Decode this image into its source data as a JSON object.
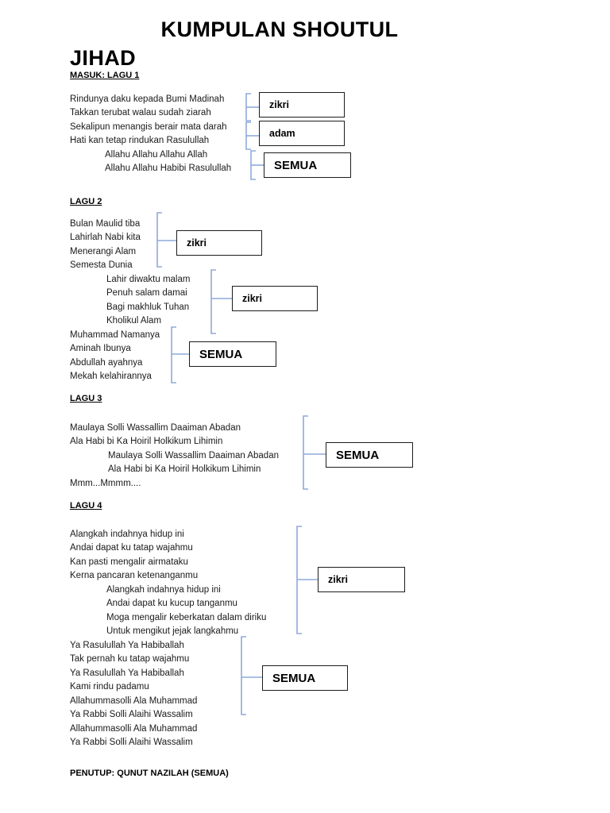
{
  "document": {
    "title_line1": "KUMPULAN SHOUTUL",
    "title_line2": "JIHAD",
    "footer": "PENUTUP: QUNUT NAZILAH (SEMUA)",
    "bracket_color": "#8FAADC",
    "box_border_color": "#1C1C1C",
    "text_color": "#1A1A1A"
  },
  "sections": [
    {
      "heading": "MASUK: LAGU 1",
      "lines": [
        {
          "text": "Rindunya daku kepada Bumi Madinah",
          "indent": false
        },
        {
          "text": "Takkan terubat walau sudah ziarah",
          "indent": false
        },
        {
          "text": "Sekalipun menangis berair mata darah",
          "indent": false
        },
        {
          "text": "Hati kan tetap rindukan Rasulullah",
          "indent": false
        },
        {
          "text": "Allahu Allahu Allahu Allah",
          "indent": true
        },
        {
          "text": "Allahu Allahu Habibi Rasulullah",
          "indent": true
        }
      ],
      "roles": [
        {
          "label": "zikri",
          "size": "small"
        },
        {
          "label": "adam",
          "size": "small"
        },
        {
          "label": "SEMUA",
          "size": "big"
        }
      ]
    },
    {
      "heading": "LAGU 2",
      "lines": [
        {
          "text": "Bulan Maulid tiba",
          "indent": false
        },
        {
          "text": "Lahirlah Nabi kita",
          "indent": false
        },
        {
          "text": "Menerangi Alam",
          "indent": false
        },
        {
          "text": "Semesta Dunia",
          "indent": false
        },
        {
          "text": "Lahir diwaktu malam",
          "indent": true
        },
        {
          "text": "Penuh salam damai",
          "indent": true
        },
        {
          "text": "Bagi makhluk Tuhan",
          "indent": true
        },
        {
          "text": "Kholikul Alam",
          "indent": true
        },
        {
          "text": "Muhammad Namanya",
          "indent": false
        },
        {
          "text": "Aminah Ibunya",
          "indent": false
        },
        {
          "text": "Abdullah ayahnya",
          "indent": false
        },
        {
          "text": "Mekah kelahirannya",
          "indent": false
        }
      ],
      "roles": [
        {
          "label": "zikri",
          "size": "small"
        },
        {
          "label": "zikri",
          "size": "small"
        },
        {
          "label": "SEMUA",
          "size": "big"
        }
      ]
    },
    {
      "heading": "LAGU 3",
      "lines": [
        {
          "text": "Maulaya Solli Wassallim Daaiman Abadan",
          "indent": false
        },
        {
          "text": "Ala Habi bi Ka Hoiril Holkikum Lihimin",
          "indent": false
        },
        {
          "text": "Maulaya Solli Wassallim Daaiman Abadan",
          "indent": true
        },
        {
          "text": "Ala Habi bi Ka Hoiril Holkikum Lihimin",
          "indent": true
        },
        {
          "text": "Mmm...Mmmm....",
          "indent": false
        }
      ],
      "roles": [
        {
          "label": "SEMUA",
          "size": "big"
        }
      ]
    },
    {
      "heading": "LAGU 4",
      "lines": [
        {
          "text": "Alangkah indahnya hidup ini",
          "indent": false
        },
        {
          "text": "Andai dapat ku tatap wajahmu",
          "indent": false
        },
        {
          "text": "Kan pasti mengalir airmataku",
          "indent": false
        },
        {
          "text": "Kerna pancaran ketenanganmu",
          "indent": false
        },
        {
          "text": "Alangkah indahnya hidup ini",
          "indent": true
        },
        {
          "text": "Andai dapat ku kucup tanganmu",
          "indent": true
        },
        {
          "text": "Moga mengalir keberkatan dalam diriku",
          "indent": true
        },
        {
          "text": "Untuk mengikut jejak langkahmu",
          "indent": true
        },
        {
          "text": "Ya Rasulullah Ya Habiballah",
          "indent": false
        },
        {
          "text": "Tak pernah ku tatap wajahmu",
          "indent": false
        },
        {
          "text": "Ya Rasulullah Ya Habiballah",
          "indent": false
        },
        {
          "text": "Kami rindu padamu",
          "indent": false
        },
        {
          "text": "Allahummasolli Ala Muhammad",
          "indent": false
        },
        {
          "text": "Ya Rabbi Solli Alaihi Wassalim",
          "indent": false
        },
        {
          "text": "Allahummasolli Ala Muhammad",
          "indent": false
        },
        {
          "text": "Ya Rabbi Solli Alaihi Wassalim",
          "indent": false
        }
      ],
      "roles": [
        {
          "label": "zikri",
          "size": "small"
        },
        {
          "label": "SEMUA",
          "size": "big"
        }
      ]
    }
  ]
}
